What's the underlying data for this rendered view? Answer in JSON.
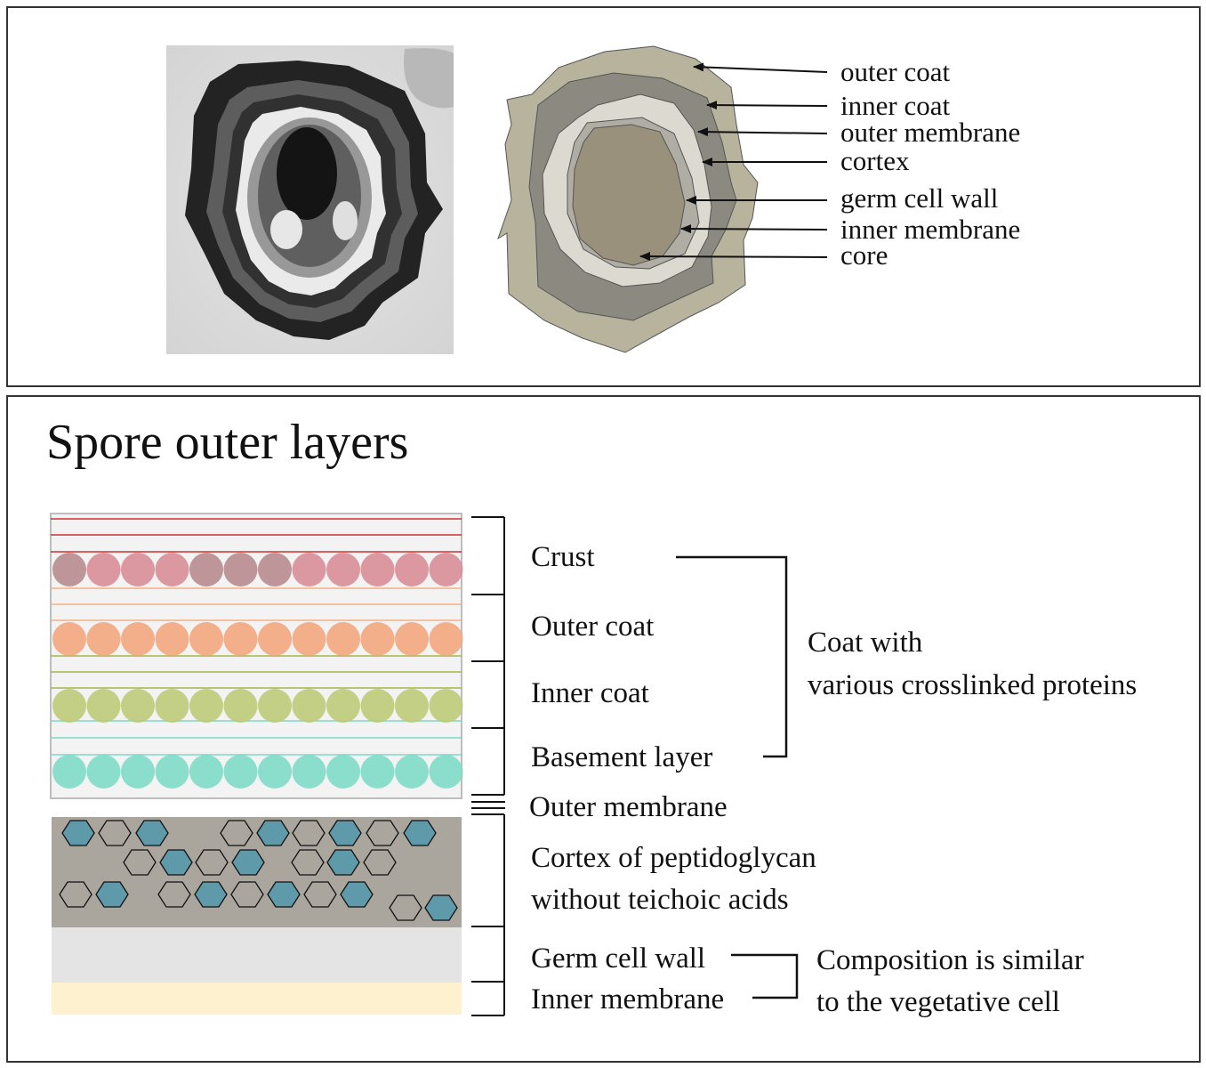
{
  "top_panel": {
    "micrograph": {
      "kind": "electron-micrograph-spore"
    },
    "diagram_labels": [
      "outer coat",
      "inner coat",
      "outer membrane",
      "cortex",
      "germ cell wall",
      "inner membrane",
      "core"
    ],
    "colors": {
      "outer_coat": "#b8b39c",
      "inner_coat": "#8c8a80",
      "outer_membrane": "#a8a59c",
      "cortex": "#dcd9d0",
      "germ_cell_wall": "#b0ada4",
      "core": "#99917c"
    }
  },
  "bottom_panel": {
    "title": "Spore outer layers",
    "layer_labels": [
      "Crust",
      "Outer coat",
      "Inner coat",
      "Basement layer",
      "Outer membrane",
      "Cortex of peptidoglycan",
      "without teichoic acids",
      "Germ cell wall",
      "Inner membrane"
    ],
    "group_labels": {
      "coat_line1": "Coat with",
      "coat_line2": "various crosslinked proteins",
      "similar_line1": "Composition is similar",
      "similar_line2": "to the vegetative cell"
    },
    "colors": {
      "crust": "#d98e98",
      "crust_dark": "#b88c8f",
      "outer_coat": "#f2a77e",
      "inner_coat": "#bccb78",
      "basement": "#7fdcc8",
      "cortex_bg": "#aaa59d",
      "hexagon": "#5f9aaa",
      "germ_wall": "#e4e4e4",
      "inner_membrane": "#fdf1d0"
    }
  }
}
